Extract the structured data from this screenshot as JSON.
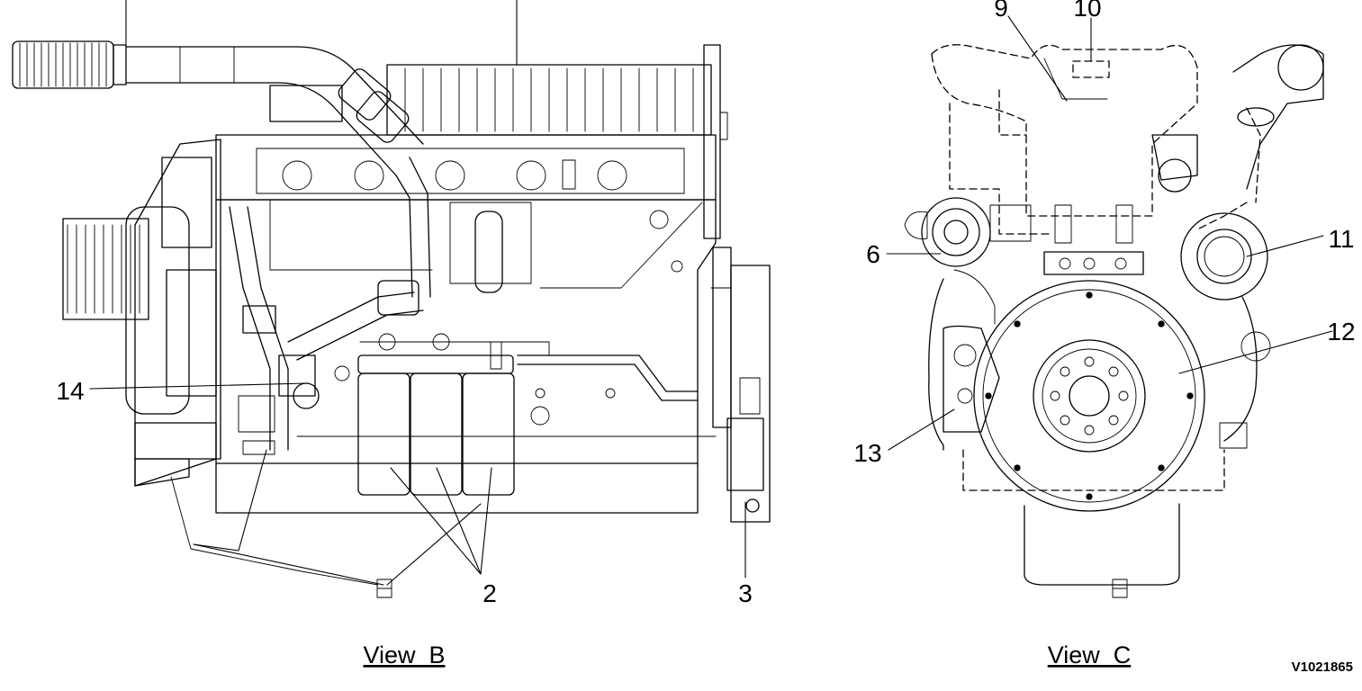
{
  "callouts": {
    "c2": "2",
    "c3": "3",
    "c6": "6",
    "c9": "9",
    "c10": "10",
    "c11": "11",
    "c12": "12",
    "c13": "13",
    "c14": "14"
  },
  "view_titles": {
    "view_b": "View  B",
    "view_c": "View  C"
  },
  "figure_id": "V1021865"
}
